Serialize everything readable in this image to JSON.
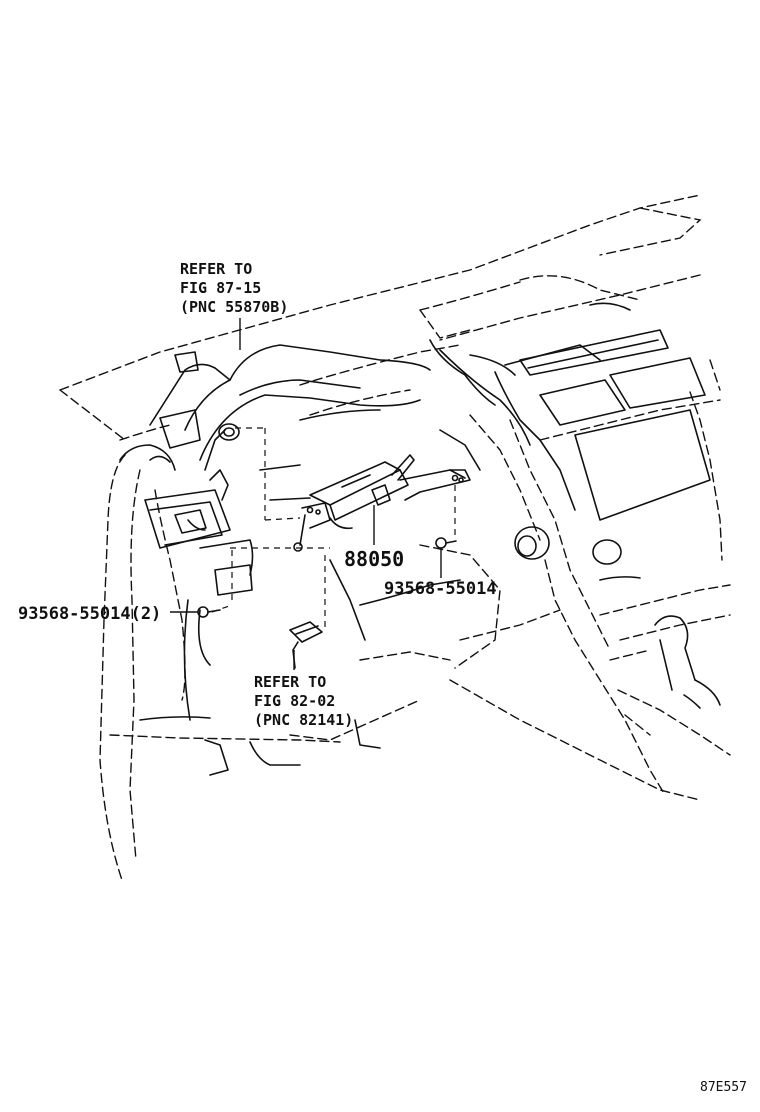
{
  "labels": {
    "refer_top": [
      "REFER TO",
      "FIG 87-15",
      "(PNC 55870B)"
    ],
    "refer_bottom": [
      "REFER TO",
      "FIG 82-02",
      "(PNC 82141)"
    ],
    "part_main": "88050",
    "part_bolt_right": "93568-55014",
    "part_bolt_left": "93568-55014(2)"
  },
  "figure_id": "87E557"
}
